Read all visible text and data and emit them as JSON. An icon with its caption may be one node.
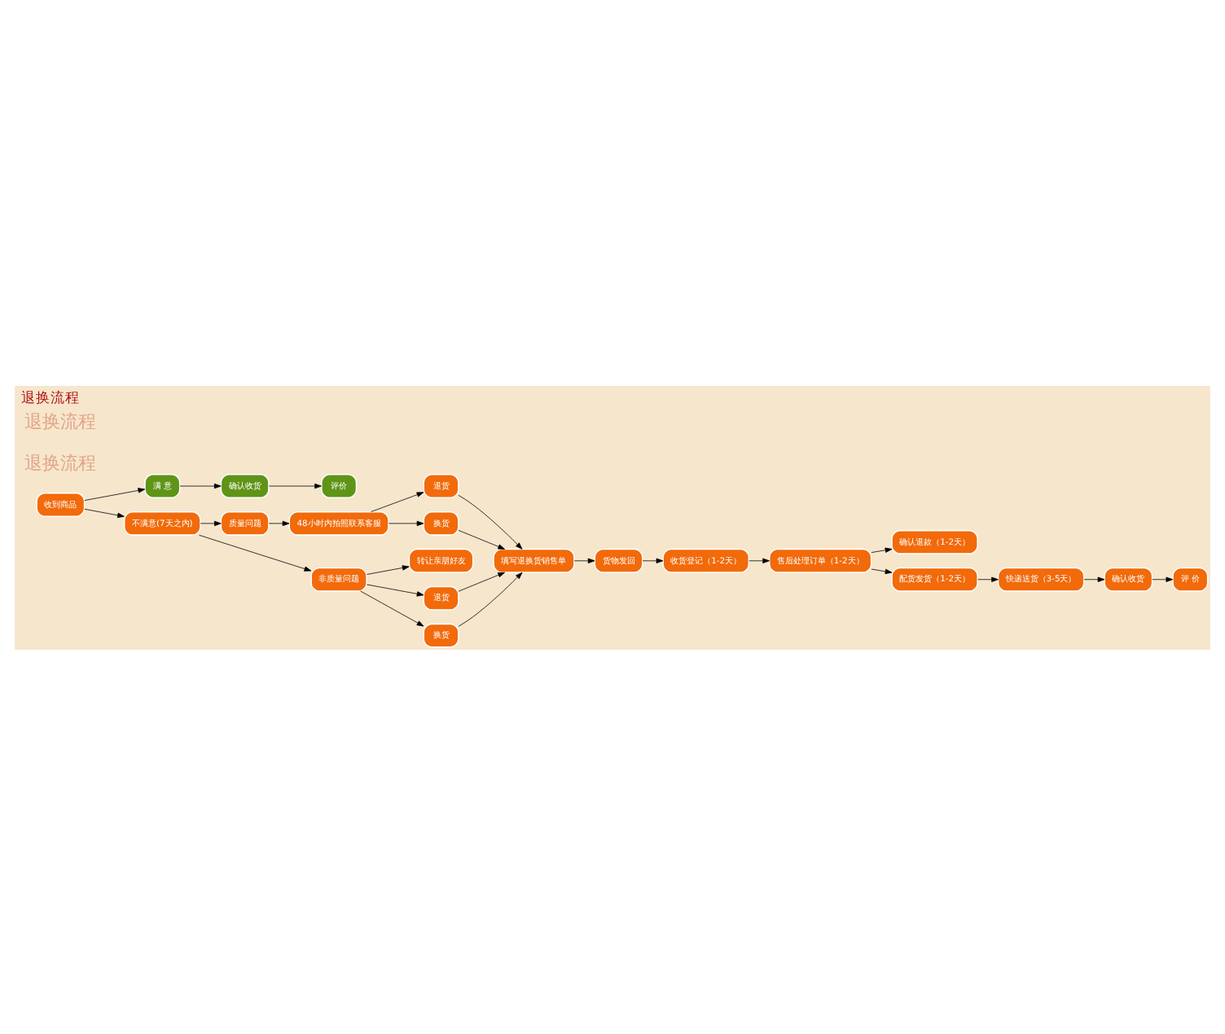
{
  "diagram": {
    "title": "退换流程",
    "nodes": [
      {
        "text": [
          "收到商品"
        ]
      },
      {
        "text": [
          "满 意"
        ]
      },
      {
        "text": [
          "确认收货"
        ]
      },
      {
        "text": [
          "评价"
        ]
      },
      {
        "text": [
          "不满意(7天之内)"
        ]
      },
      {
        "text": [
          "质量问题"
        ]
      },
      {
        "text": [
          "48小时内拍照联系客服"
        ]
      },
      {
        "text": [
          "退货"
        ]
      },
      {
        "text": [
          "换货"
        ]
      },
      {
        "text": [
          "非质量问题"
        ]
      },
      {
        "text": [
          "转让亲朋好友"
        ]
      },
      {
        "text": [
          "退货"
        ]
      },
      {
        "text": [
          "换货"
        ]
      },
      {
        "text": [
          "填写退换货销售单"
        ]
      },
      {
        "text": [
          "货物发回"
        ]
      },
      {
        "text": [
          "收货登记（1-2天）"
        ]
      },
      {
        "text": [
          "售后处理订单（1-2天）"
        ]
      },
      {
        "text": [
          "确认退款（1-2天）"
        ]
      },
      {
        "text": [
          "配货发货（1-2天）"
        ]
      },
      {
        "text": [
          "快递送货（3-5天）"
        ]
      },
      {
        "text": [
          "确认收货"
        ]
      },
      {
        "text": [
          "评 价"
        ]
      }
    ],
    "edges": [
      {
        "from": 0,
        "to": 1,
        "arrow": "to"
      },
      {
        "from": 1,
        "to": 2,
        "arrow": "to"
      },
      {
        "from": 2,
        "to": 3,
        "arrow": "to"
      },
      {
        "from": 0,
        "to": 4,
        "arrow": "to"
      },
      {
        "from": 4,
        "to": 5,
        "arrow": "to"
      },
      {
        "from": 4,
        "to": 9,
        "arrow": "to"
      },
      {
        "from": 5,
        "to": 6,
        "arrow": "to"
      },
      {
        "from": 6,
        "to": 7,
        "arrow": "to"
      },
      {
        "from": 6,
        "to": 8,
        "arrow": "to"
      },
      {
        "from": 7,
        "to": 13,
        "arrow": "to"
      },
      {
        "from": 8,
        "to": 13,
        "arrow": "to"
      },
      {
        "from": 9,
        "to": 10,
        "arrow": "to"
      },
      {
        "from": 9,
        "to": 11,
        "arrow": "to"
      },
      {
        "from": 9,
        "to": 12,
        "arrow": "to"
      },
      {
        "from": 11,
        "to": 13,
        "arrow": "to"
      },
      {
        "from": 12,
        "to": 13,
        "arrow": "to"
      },
      {
        "from": 13,
        "to": 14,
        "arrow": "to"
      },
      {
        "from": 14,
        "to": 15,
        "arrow": "to"
      },
      {
        "from": 15,
        "to": 16,
        "arrow": "to"
      },
      {
        "from": 16,
        "to": 17,
        "arrow": "to"
      },
      {
        "from": 16,
        "to": 18,
        "arrow": "to"
      },
      {
        "from": 18,
        "to": 19,
        "arrow": "to"
      },
      {
        "from": 19,
        "to": 20,
        "arrow": "to"
      },
      {
        "from": 20,
        "to": 21,
        "arrow": "to"
      }
    ],
    "labels": [
      "退换流程",
      "退换流程"
    ]
  }
}
